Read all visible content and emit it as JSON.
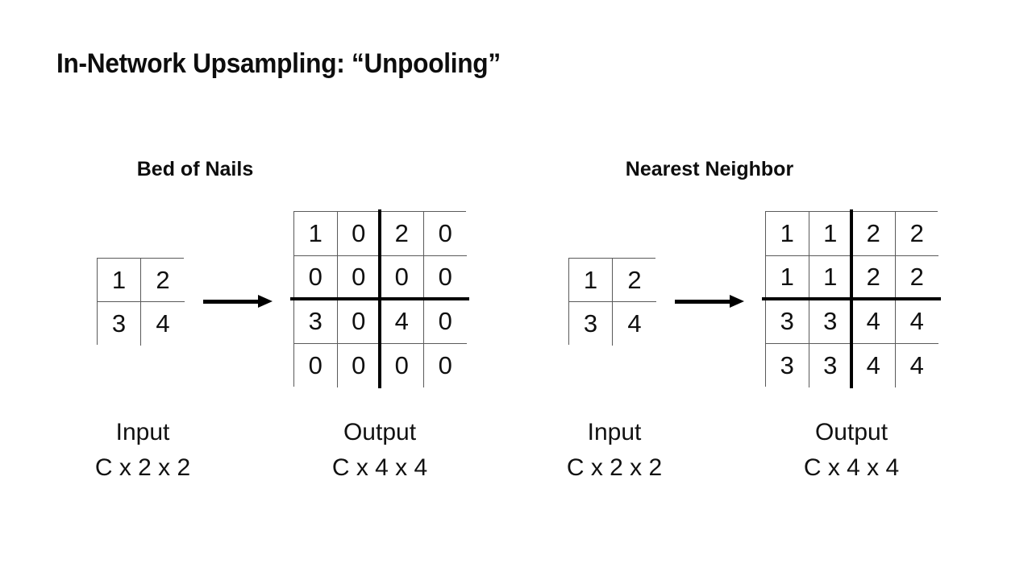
{
  "slide": {
    "title": "In-Network Upsampling: “Unpooling”",
    "background_color": "#ffffff",
    "text_color": "#0d0d0d",
    "rule_color": "#000000"
  },
  "panels": [
    {
      "id": "bed-of-nails",
      "heading": "Bed of Nails",
      "input": {
        "caption_name": "Input",
        "caption_shape": "C x 2 x 2",
        "rows": 2,
        "cols": 2,
        "values": [
          [
            "1",
            "2"
          ],
          [
            "3",
            "4"
          ]
        ]
      },
      "arrow": "arrow-right",
      "output": {
        "caption_name": "Output",
        "caption_shape": "C x 4 x 4",
        "rows": 4,
        "cols": 4,
        "values": [
          [
            "1",
            "0",
            "2",
            "0"
          ],
          [
            "0",
            "0",
            "0",
            "0"
          ],
          [
            "3",
            "0",
            "4",
            "0"
          ],
          [
            "0",
            "0",
            "0",
            "0"
          ]
        ]
      }
    },
    {
      "id": "nearest-neighbor",
      "heading": "Nearest Neighbor",
      "input": {
        "caption_name": "Input",
        "caption_shape": "C x 2 x 2",
        "rows": 2,
        "cols": 2,
        "values": [
          [
            "1",
            "2"
          ],
          [
            "3",
            "4"
          ]
        ]
      },
      "arrow": "arrow-right",
      "output": {
        "caption_name": "Output",
        "caption_shape": "C x 4 x 4",
        "rows": 4,
        "cols": 4,
        "values": [
          [
            "1",
            "1",
            "2",
            "2"
          ],
          [
            "1",
            "1",
            "2",
            "2"
          ],
          [
            "3",
            "3",
            "4",
            "4"
          ],
          [
            "3",
            "3",
            "4",
            "4"
          ]
        ]
      }
    }
  ]
}
